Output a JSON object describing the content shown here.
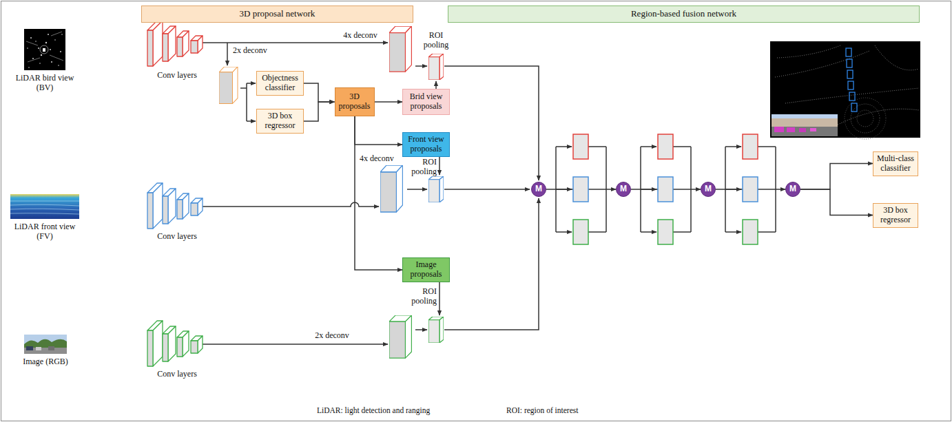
{
  "diagram": {
    "nodes": [
      {
        "text": [
          "3D proposal network"
        ]
      },
      {
        "text": [
          "Region-based fusion network"
        ]
      },
      {
        "text": [
          "Objectness classifier"
        ]
      },
      {
        "text": [
          "3D box regressor"
        ]
      },
      {
        "text": [
          "3D proposals"
        ]
      },
      {
        "text": [
          "Brid view proposals"
        ]
      },
      {
        "text": [
          "Front view proposals"
        ]
      },
      {
        "text": [
          "Image proposals"
        ]
      },
      {
        "text": [
          "M"
        ]
      },
      {
        "text": [
          "M"
        ]
      },
      {
        "text": [
          "M"
        ]
      },
      {
        "text": [
          "M"
        ]
      },
      {
        "text": [
          "Multi-class classifier"
        ]
      },
      {
        "text": [
          "3D box regressor"
        ]
      }
    ],
    "edges": [
      {
        "from": 2,
        "to": 4,
        "arrow": "to"
      },
      {
        "from": 3,
        "to": 4,
        "arrow": "to"
      },
      {
        "from": 4,
        "to": 5,
        "arrow": "to"
      },
      {
        "from": 4,
        "to": 6,
        "arrow": "to"
      },
      {
        "from": 4,
        "to": 7,
        "arrow": "to"
      },
      {
        "from": 8,
        "to": 9,
        "arrow": "to"
      },
      {
        "from": 9,
        "to": 10,
        "arrow": "to"
      },
      {
        "from": 10,
        "to": 11,
        "arrow": "to"
      },
      {
        "from": 11,
        "to": 12,
        "arrow": "to"
      },
      {
        "from": 11,
        "to": 13,
        "arrow": "to"
      }
    ],
    "labels": [
      "LiDAR bird view (BV)",
      "Conv layers",
      "4x deconv",
      "ROI pooling",
      "2x deconv",
      "LiDAR front view (FV)",
      "Conv layers",
      "4x deconv",
      "ROI pooling",
      "Image (RGB)",
      "Conv layers",
      "2x deconv",
      "ROI pooling",
      "LiDAR: light detection and ranging",
      "ROI: region of interest"
    ]
  }
}
